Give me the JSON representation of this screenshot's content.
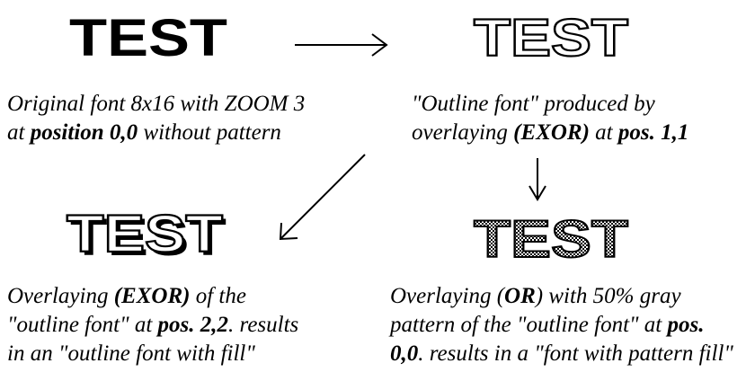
{
  "samples": {
    "word": "TEST"
  },
  "captions": {
    "original": {
      "line1": "Original font 8x16 with ZOOM 3",
      "line2_pre": "at ",
      "line2_bold": "position 0,0",
      "line2_post": " without pattern"
    },
    "outline": {
      "line1": "\"Outline font\" produced by",
      "line2_pre": "overlaying ",
      "line2_bold1": "(EXOR)",
      "line2_mid": " at ",
      "line2_bold2": "pos. 1,1"
    },
    "outline_fill": {
      "line1_pre": "Overlaying ",
      "line1_bold": "(EXOR)",
      "line1_post": " of the",
      "line2_pre": "\"outline font\" at ",
      "line2_bold": "pos. 2,2",
      "line2_post": ". results",
      "line3": "in an \"outline font with fill\""
    },
    "pattern_fill": {
      "line1_pre": "Overlaying (",
      "line1_bold": "OR",
      "line1_post": ") with 50% gray",
      "line2_pre": "pattern of the \"outline font\" at ",
      "line2_bold": "pos.",
      "line3_bold": "0,0",
      "line3_post": ". results in a \"font with pattern fill\""
    }
  },
  "colors": {
    "ink": "#000000",
    "paper": "#ffffff",
    "gray_pattern": "#777777"
  }
}
